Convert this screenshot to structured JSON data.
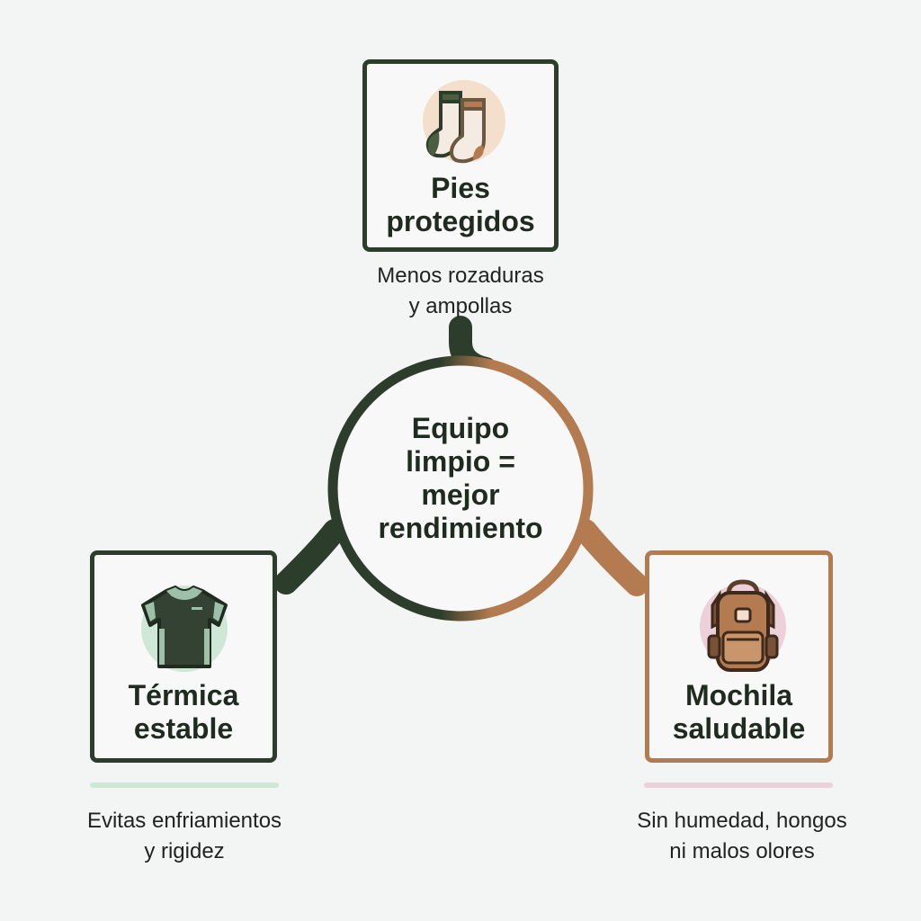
{
  "hub": {
    "label_lines": [
      "Equipo",
      "limpio =",
      "mejor",
      "rendimiento"
    ]
  },
  "cards": {
    "top": {
      "title_lines": [
        "Pies",
        "protegidos"
      ],
      "caption_lines": [
        "Menos rozaduras",
        "y ampollas"
      ],
      "icon": "socks-icon"
    },
    "left": {
      "title_lines": [
        "Térmica",
        "estable"
      ],
      "caption_lines": [
        "Evitas enfriamientos",
        "y rigidez"
      ],
      "icon": "thermal-shirt-icon"
    },
    "right": {
      "title_lines": [
        "Mochila",
        "saludable"
      ],
      "caption_lines": [
        "Sin humedad, hongos",
        "ni malos olores"
      ],
      "icon": "backpack-icon"
    }
  },
  "colors": {
    "dark_green": "#2c3d2c",
    "brown": "#b37b4f",
    "mint": "#cfe7d6",
    "pink": "#ecd0da",
    "peach": "#f3dfcc"
  }
}
